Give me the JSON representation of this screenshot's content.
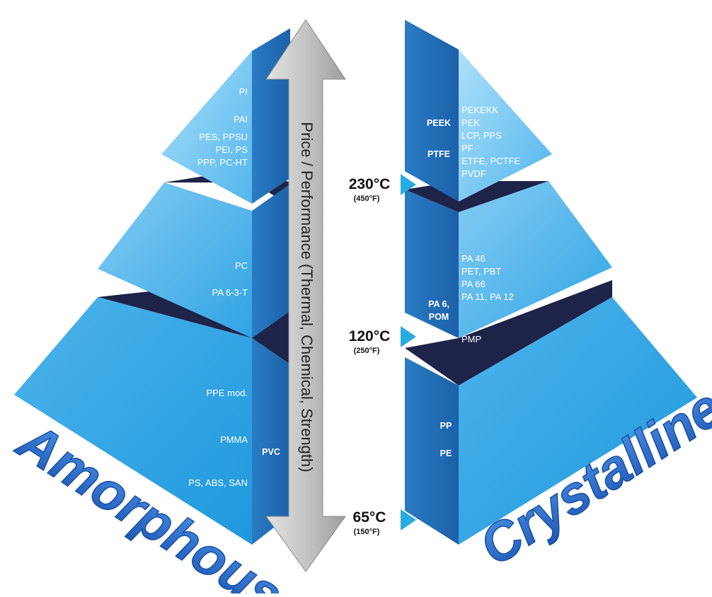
{
  "axis_label": "Price / Performance (Thermal, Chemical, Strength)",
  "amorphous": {
    "title": "Amorphous",
    "top": [
      "PI",
      "PAI",
      "PES, PPSU",
      "PEI, PS",
      "PPP, PC-HT"
    ],
    "middle": [
      "PC",
      "PA 6-3-T"
    ],
    "bottom": [
      "PPE mod.",
      "PMMA",
      "PS, ABS, SAN"
    ],
    "bottom_bold": "PVC"
  },
  "crystalline": {
    "title": "Crystalline",
    "top_bold": [
      "PEEK",
      "PTFE"
    ],
    "top": [
      "PEKEKK",
      "PEK",
      "LCP, PPS",
      "PF",
      "ETFE, PCTFE",
      "PVDF"
    ],
    "middle_bold": [
      "PA 6,",
      "POM"
    ],
    "middle": [
      "PA 46",
      "PET, PBT",
      "PA 66",
      "PA 11, PA 12",
      "PMP"
    ],
    "bottom_bold": [
      "PP",
      "PE"
    ]
  },
  "temperatures": [
    {
      "c": "230°C",
      "f": "(450°F)"
    },
    {
      "c": "120°C",
      "f": "(250°F)"
    },
    {
      "c": "65°C",
      "f": "(150°F)"
    }
  ],
  "colors": {
    "light_blue": "#7fc8f0",
    "mid_blue": "#29a6e6",
    "dark_blue": "#1f6db3",
    "navy": "#1e2349",
    "arrow_gray": "#c0c0c0",
    "pointer": "#29aae1",
    "title_blue": "#2e6fd0"
  }
}
